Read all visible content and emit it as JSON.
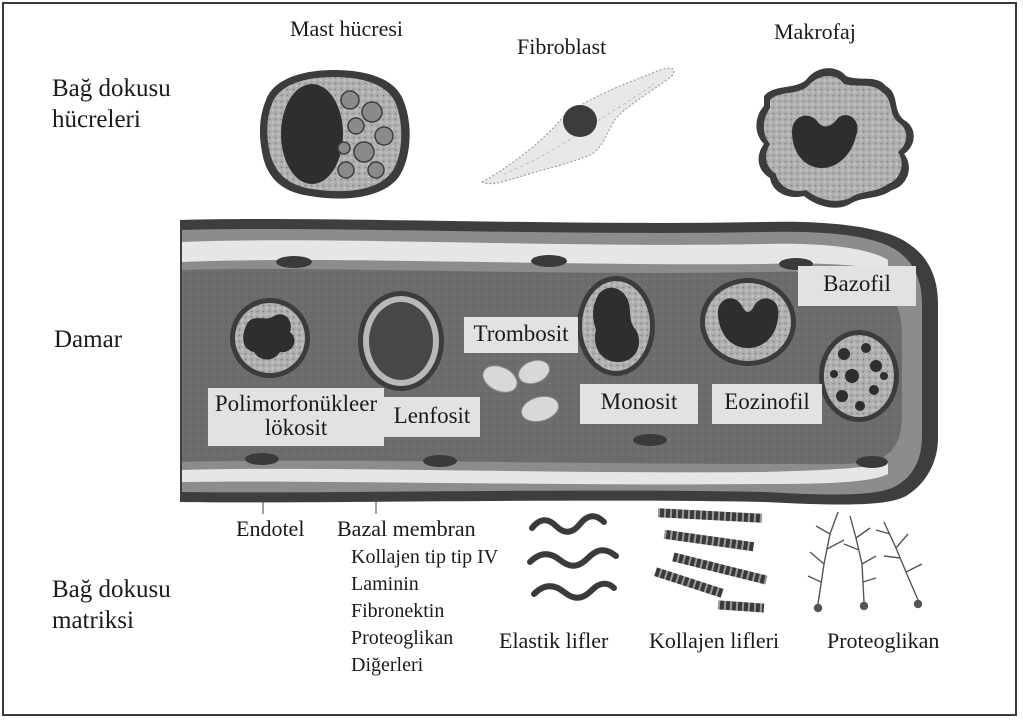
{
  "side_labels": {
    "connective_cells": [
      "Bağ dokusu",
      "hücreleri"
    ],
    "vessel": "Damar",
    "matrix": [
      "Bağ dokusu",
      "matriksi"
    ]
  },
  "top_cells": {
    "mast": "Mast hücresi",
    "fibroblast": "Fibroblast",
    "macrophage": "Makrofaj"
  },
  "blood_cells": {
    "polymorph": [
      "Polimorfonükleer",
      "lökosit"
    ],
    "lymphocyte": "Lenfosit",
    "thrombocyte": "Trombosit",
    "monocyte": "Monosit",
    "eosinophil": "Eozinofil",
    "basophil": "Bazofil"
  },
  "matrix": {
    "endothelium": "Endotel",
    "basal_membrane": {
      "title": "Bazal membran",
      "items": [
        "Kollajen tip tip IV",
        "Laminin",
        "Fibronektin",
        "Proteoglikan",
        "Diğerleri"
      ]
    },
    "elastic": "Elastik lifler",
    "collagen": "Kollajen lifleri",
    "proteoglycan": "Proteoglikan"
  },
  "colors": {
    "vessel_outer": "#3e3e3e",
    "vessel_wall": "#8a8a8a",
    "vessel_light": "#e6e6e6",
    "lumen": "#6e6e6e",
    "cell_body": "#b5b5b5",
    "nucleus": "#444444",
    "label_box": "#e2e2e2"
  }
}
